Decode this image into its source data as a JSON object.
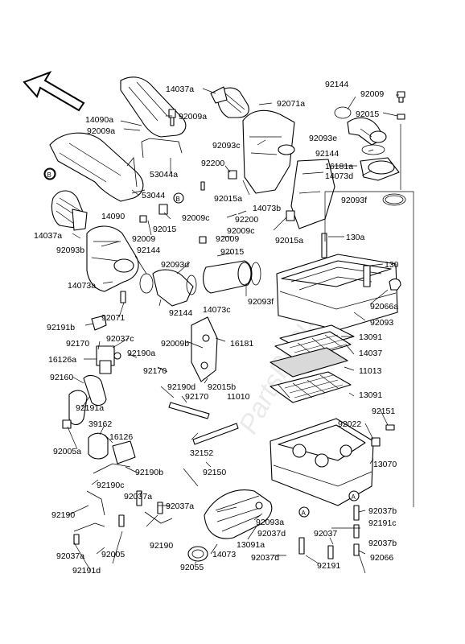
{
  "watermark": "PartsRepublik",
  "callouts": {
    "b": "B",
    "a": "A"
  },
  "labels": [
    {
      "id": "14037a_top",
      "text": "14037a"
    },
    {
      "id": "92009a",
      "text": "92009a"
    },
    {
      "id": "14090a",
      "text": "14090a"
    },
    {
      "id": "92009a_2",
      "text": "92009a"
    },
    {
      "id": "92071a",
      "text": "92071a"
    },
    {
      "id": "92144_top",
      "text": "92144"
    },
    {
      "id": "92009_top",
      "text": "92009"
    },
    {
      "id": "92015_top",
      "text": "92015"
    },
    {
      "id": "92093e",
      "text": "92093e"
    },
    {
      "id": "92144_r2",
      "text": "92144"
    },
    {
      "id": "16181a",
      "text": "16181a"
    },
    {
      "id": "14073d",
      "text": "14073d"
    },
    {
      "id": "92093c",
      "text": "92093c"
    },
    {
      "id": "53044a",
      "text": "53044a"
    },
    {
      "id": "53044",
      "text": "53044"
    },
    {
      "id": "92200_a",
      "text": "92200"
    },
    {
      "id": "92015a_a",
      "text": "92015a"
    },
    {
      "id": "92093f_r",
      "text": "92093f"
    },
    {
      "id": "14090",
      "text": "14090"
    },
    {
      "id": "92009c_a",
      "text": "92009c"
    },
    {
      "id": "14073b",
      "text": "14073b"
    },
    {
      "id": "14037a_l",
      "text": "14037a"
    },
    {
      "id": "92015_m",
      "text": "92015"
    },
    {
      "id": "92200_b",
      "text": "92200"
    },
    {
      "id": "92009c_b",
      "text": "92009c"
    },
    {
      "id": "92015a_b",
      "text": "92015a"
    },
    {
      "id": "130a",
      "text": "130a"
    },
    {
      "id": "92093b",
      "text": "92093b"
    },
    {
      "id": "92009_m",
      "text": "92009"
    },
    {
      "id": "92009_m2",
      "text": "92009"
    },
    {
      "id": "92144_m",
      "text": "92144"
    },
    {
      "id": "92015_m2",
      "text": "92015"
    },
    {
      "id": "130",
      "text": "130"
    },
    {
      "id": "92093d",
      "text": "92093d"
    },
    {
      "id": "14073a",
      "text": "14073a"
    },
    {
      "id": "92071",
      "text": "92071"
    },
    {
      "id": "92144_m3",
      "text": "92144"
    },
    {
      "id": "14073c",
      "text": "14073c"
    },
    {
      "id": "92093f_m",
      "text": "92093f"
    },
    {
      "id": "92066a",
      "text": "92066a"
    },
    {
      "id": "92191b",
      "text": "92191b"
    },
    {
      "id": "92093_r",
      "text": "92093"
    },
    {
      "id": "92037c",
      "text": "92037c"
    },
    {
      "id": "92009b",
      "text": "92009b"
    },
    {
      "id": "16181",
      "text": "16181"
    },
    {
      "id": "13091_a",
      "text": "13091"
    },
    {
      "id": "92170_a",
      "text": "92170"
    },
    {
      "id": "92190a",
      "text": "92190a"
    },
    {
      "id": "14037",
      "text": "14037"
    },
    {
      "id": "16126a",
      "text": "16126a"
    },
    {
      "id": "92170_b",
      "text": "92170"
    },
    {
      "id": "11013",
      "text": "11013"
    },
    {
      "id": "92160",
      "text": "92160"
    },
    {
      "id": "92190d",
      "text": "92190d"
    },
    {
      "id": "92015b",
      "text": "92015b"
    },
    {
      "id": "92170_c",
      "text": "92170"
    },
    {
      "id": "11010",
      "text": "11010"
    },
    {
      "id": "13091_b",
      "text": "13091"
    },
    {
      "id": "92191a",
      "text": "92191a"
    },
    {
      "id": "39162",
      "text": "39162"
    },
    {
      "id": "92151",
      "text": "92151"
    },
    {
      "id": "16126",
      "text": "16126"
    },
    {
      "id": "92005a",
      "text": "92005a"
    },
    {
      "id": "32152",
      "text": "32152"
    },
    {
      "id": "92022",
      "text": "92022"
    },
    {
      "id": "13070",
      "text": "13070"
    },
    {
      "id": "92190b",
      "text": "92190b"
    },
    {
      "id": "92150",
      "text": "92150"
    },
    {
      "id": "92190c",
      "text": "92190c"
    },
    {
      "id": "92037a_a",
      "text": "92037a"
    },
    {
      "id": "92037a_b",
      "text": "92037a"
    },
    {
      "id": "92037b_a",
      "text": "92037b"
    },
    {
      "id": "92190_a",
      "text": "92190"
    },
    {
      "id": "92093a",
      "text": "92093a"
    },
    {
      "id": "92191c",
      "text": "92191c"
    },
    {
      "id": "92037d_a",
      "text": "92037d"
    },
    {
      "id": "92037",
      "text": "92037"
    },
    {
      "id": "13091a",
      "text": "13091a"
    },
    {
      "id": "92037b_b",
      "text": "92037b"
    },
    {
      "id": "92190_b",
      "text": "92190"
    },
    {
      "id": "92005",
      "text": "92005"
    },
    {
      "id": "14073",
      "text": "14073"
    },
    {
      "id": "92037d_b",
      "text": "92037d"
    },
    {
      "id": "92066",
      "text": "92066"
    },
    {
      "id": "92037a_c",
      "text": "92037a"
    },
    {
      "id": "92191d",
      "text": "92191d"
    },
    {
      "id": "92055",
      "text": "92055"
    },
    {
      "id": "92191",
      "text": "92191"
    }
  ]
}
